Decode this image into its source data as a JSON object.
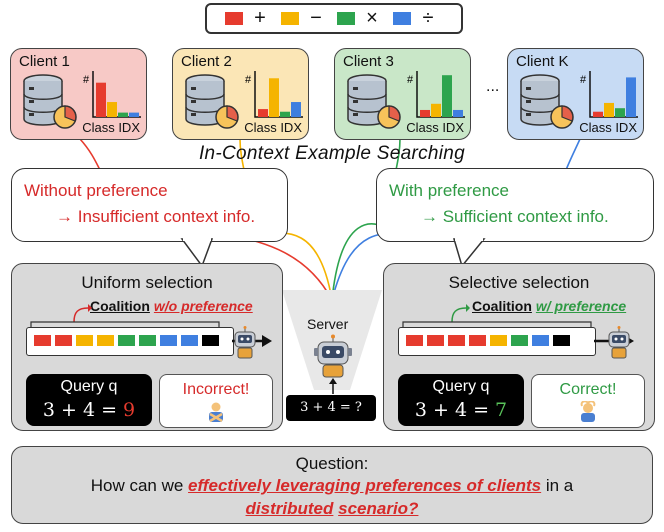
{
  "legend": [
    {
      "op": "+",
      "color": "#e63b2e"
    },
    {
      "op": "−",
      "color": "#f5b400"
    },
    {
      "op": "×",
      "color": "#2da44e"
    },
    {
      "op": "÷",
      "color": "#3f7fe0"
    }
  ],
  "clients": [
    {
      "name": "Client 1",
      "bg": "#f7c9c6",
      "bars": [
        0.78,
        0.34,
        0.1,
        0.1
      ],
      "xlabel": "Class IDX",
      "ylabel": "#"
    },
    {
      "name": "Client 2",
      "bg": "#fbe6b6",
      "bars": [
        0.18,
        0.88,
        0.12,
        0.34
      ],
      "xlabel": "Class IDX",
      "ylabel": "#"
    },
    {
      "name": "Client 3",
      "bg": "#c9e7c8",
      "bars": [
        0.16,
        0.3,
        0.95,
        0.16
      ],
      "xlabel": "Class IDX",
      "ylabel": "#"
    },
    {
      "name": "Client K",
      "bg": "#c7dbf4",
      "bars": [
        0.12,
        0.32,
        0.2,
        0.9
      ],
      "xlabel": "Class IDX",
      "ylabel": "#"
    }
  ],
  "ellipsis": "...",
  "section_title": "In-Context Example Searching",
  "left_bubble": {
    "line1": "Without preference",
    "line2": "→ Insufficient context info.",
    "color": "#d62a2a"
  },
  "right_bubble": {
    "line1": "With preference",
    "line2": "→ Sufficient context info.",
    "color": "#2f9a44"
  },
  "left_panel": {
    "title": "Uniform selection",
    "coalition": "Coalition",
    "preference": "w/o preference",
    "pref_color": "#d62a2a",
    "sequence": [
      "#e63b2e",
      "#e63b2e",
      "#f5b400",
      "#f5b400",
      "#2da44e",
      "#2da44e",
      "#3f7fe0",
      "#3f7fe0",
      "#000000"
    ],
    "query_label": "Query q",
    "query_expr": "3 + 4 =",
    "query_ans": "9",
    "ans_color": "#e63b2e",
    "result": "Incorrect!",
    "result_color": "#d62a2a"
  },
  "right_panel": {
    "title": "Selective selection",
    "coalition": "Coalition",
    "preference": "w/ preference",
    "pref_color": "#2f9a44",
    "sequence": [
      "#e63b2e",
      "#e63b2e",
      "#e63b2e",
      "#e63b2e",
      "#f5b400",
      "#2da44e",
      "#3f7fe0",
      "#000000"
    ],
    "query_label": "Query q",
    "query_expr": "3 + 4 =",
    "query_ans": "7",
    "ans_color": "#59c35a",
    "result": "Correct!",
    "result_color": "#2f9a44"
  },
  "server": {
    "label": "Server",
    "query": "3 + 4 = ?"
  },
  "question": {
    "title": "Question:",
    "pre": "How can we ",
    "hl1": "effectively leveraging preferences of clients",
    "mid": " in a",
    "hl2a": "distributed",
    "hl2b": "scenario?"
  }
}
